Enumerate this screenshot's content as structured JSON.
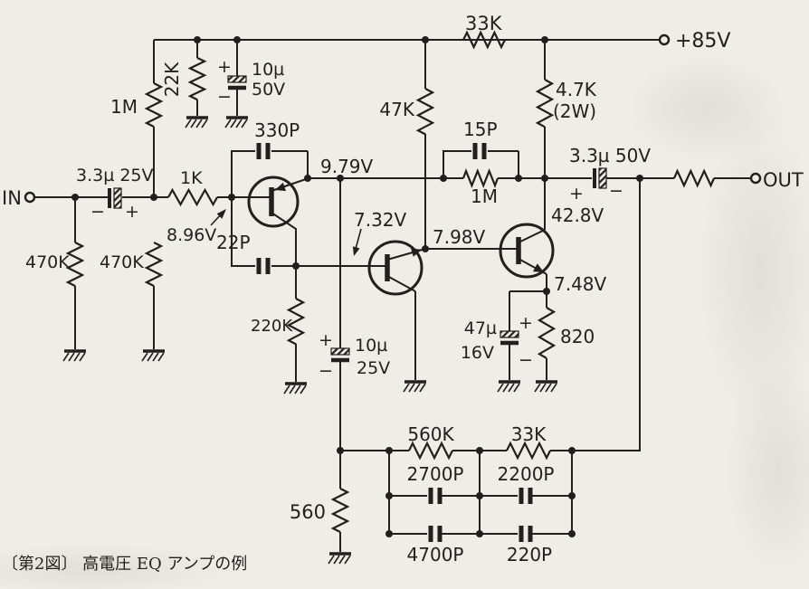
{
  "caption": "〔第2図〕 高電圧 EQ アンプの例",
  "terminals": {
    "input": "IN",
    "supply": "+85V",
    "output": "OUT"
  },
  "signs": {
    "plus": "+",
    "minus": "−"
  },
  "resistors": {
    "r470k_in": "470K",
    "r470k_bias": "470K",
    "r1m_bias": "1M",
    "r22k": "22K",
    "r1k": "1K",
    "r220k": "220K",
    "r33k_rail": "33K",
    "r47k": "47K",
    "r4k7": "4.7K",
    "r4k7_watt": "(2W)",
    "r1m_fb": "1M",
    "r820": "820",
    "r560": "560",
    "r560k": "560K",
    "r33k_fb": "33K"
  },
  "capacitors": {
    "c_in": "3.3µ 25V",
    "c10u_a_val": "10µ",
    "c10u_a_volt": "50V",
    "c330p": "330P",
    "c22p": "22P",
    "c10u_b_val": "10µ",
    "c10u_b_volt": "25V",
    "c15p": "15P",
    "c47u_val": "47µ",
    "c47u_volt": "16V",
    "c_out": "3.3µ 50V",
    "c2700p": "2700P",
    "c2200p": "2200P",
    "c4700p": "4700P",
    "c220p": "220P"
  },
  "voltages": {
    "v_t1_base": "8.96V",
    "v_t1_top": "9.79V",
    "v_t2": "7.32V",
    "v_t2_top": "7.98V",
    "v_t3_col": "42.8V",
    "v_t3_emit": "7.48V"
  }
}
